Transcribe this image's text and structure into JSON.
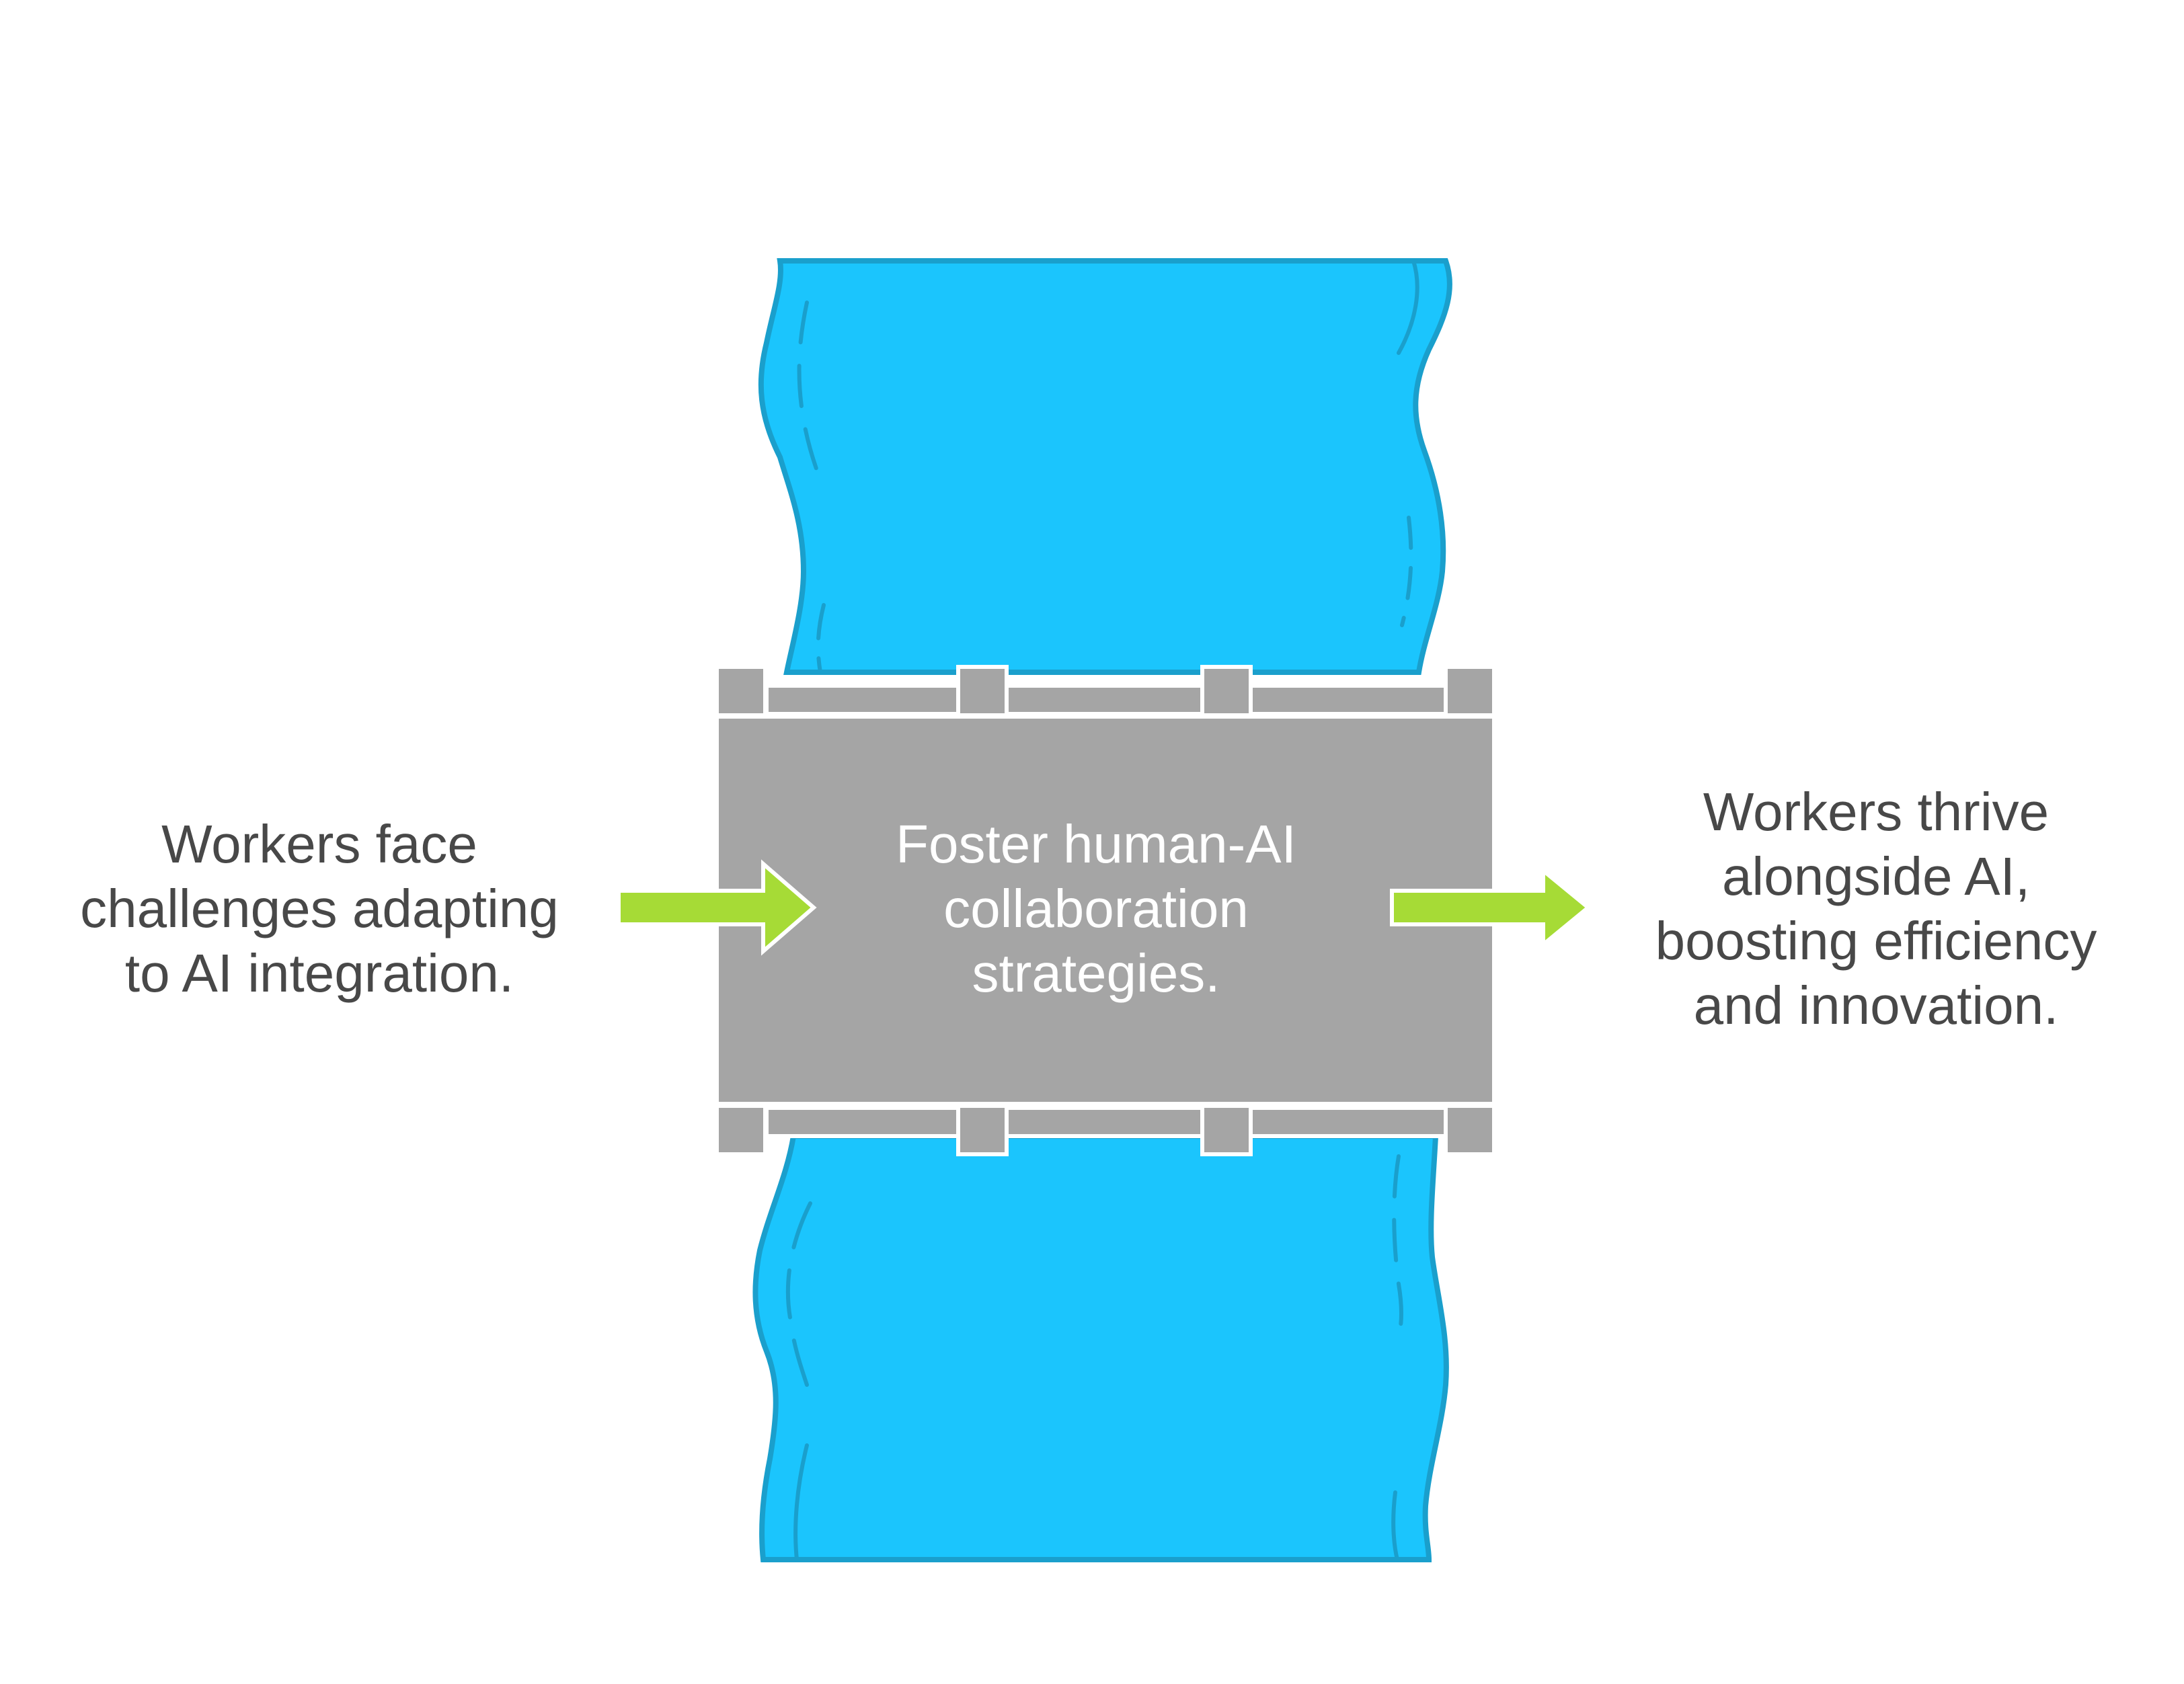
{
  "diagram": {
    "type": "bridge-over-river",
    "colors": {
      "river": "#1BC5FD",
      "river_edge": "#1A9FCC",
      "bridge": "#A5A5A5",
      "bridge_outline": "#FFFFFF",
      "arrow": "#A6DB36"
    },
    "left_text": "Workers face\nchallenges adapting\nto AI integration.",
    "center_text": "Foster human-AI\ncollaboration\nstrategies.",
    "right_text": "Workers thrive\nalongside AI,\nboosting efficiency\nand innovation.",
    "icons": [
      "river-icon",
      "bridge-icon",
      "arrow-right-icon",
      "arrow-right-icon"
    ]
  }
}
